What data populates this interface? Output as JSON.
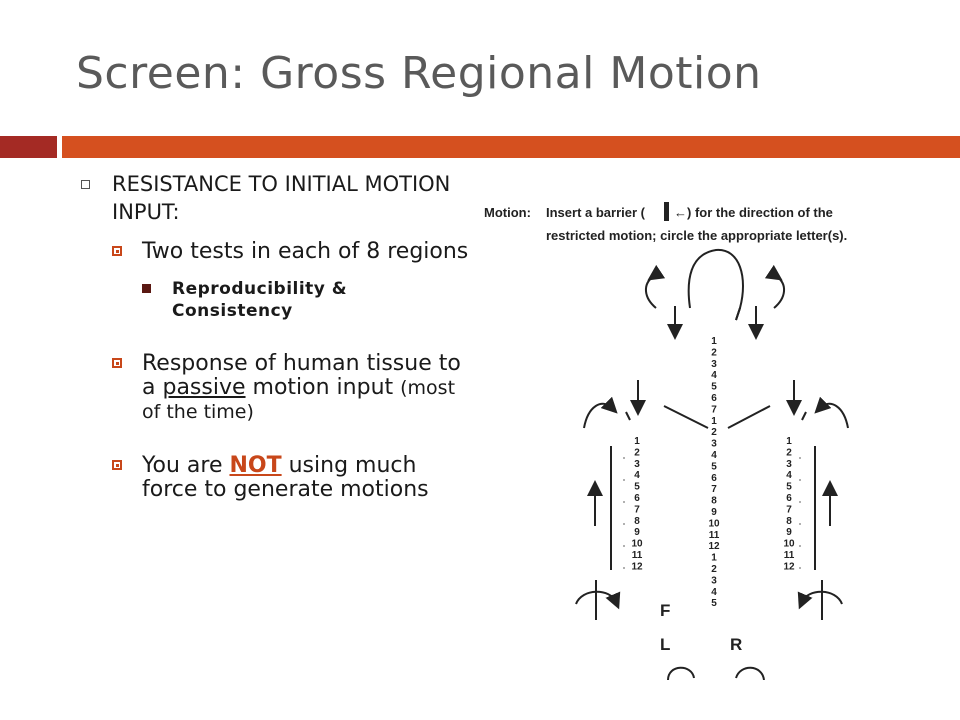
{
  "slide": {
    "title": "Screen:  Gross Regional Motion",
    "colors": {
      "bar_left": "#a42a24",
      "bar_main": "#d5501f",
      "accent": "#c8471a"
    }
  },
  "bullets": {
    "level1": "RESISTANCE TO INITIAL MOTION INPUT:",
    "tests": "Two tests in each of 8 regions",
    "repro": "Reproducibility & Consistency",
    "response_a": "Response of human tissue to a ",
    "response_passive": "passive",
    "response_b": " motion input ",
    "response_small": "(most of the time)",
    "notforce_a": "You are ",
    "notforce_not": "NOT",
    "notforce_b": " using much force to generate motions"
  },
  "figure": {
    "label": "Motion:",
    "caption_a": "Insert a barrier (",
    "caption_b": "←) for the direction of the",
    "caption_c": "restricted motion; circle the appropriate letter(s).",
    "letters": {
      "f": "F",
      "l": "L",
      "r": "R"
    },
    "spine_numbers": [
      "1",
      "2",
      "3",
      "4",
      "5",
      "6",
      "7",
      "1",
      "2",
      "3",
      "4",
      "5",
      "6",
      "7",
      "8",
      "9",
      "10",
      "11",
      "12",
      "1",
      "2",
      "3",
      "4",
      "5"
    ],
    "side_numbers": [
      "1",
      "2",
      "3",
      "4",
      "5",
      "6",
      "7",
      "8",
      "9",
      "10",
      "11",
      "12"
    ]
  }
}
